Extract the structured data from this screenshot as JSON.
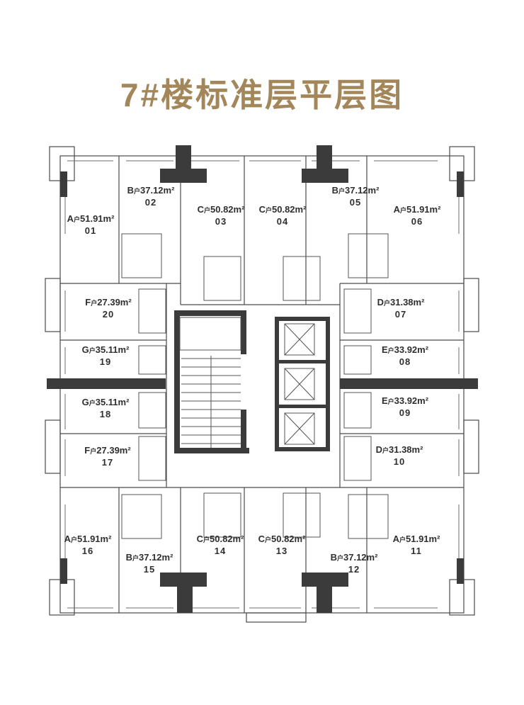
{
  "title": "7#楼标准层平层图",
  "colors": {
    "title": "#a3875a",
    "wall": "#3b3b3b",
    "line": "#4a4a4a",
    "text": "#2f2f2f",
    "background": "#ffffff"
  },
  "units": [
    {
      "no": "01",
      "type": "A",
      "marker": "户",
      "area": "51.91m²"
    },
    {
      "no": "02",
      "type": "B",
      "marker": "户",
      "area": "37.12m²"
    },
    {
      "no": "03",
      "type": "C",
      "marker": "户",
      "area": "50.82m²"
    },
    {
      "no": "04",
      "type": "C",
      "marker": "户",
      "area": "50.82m²"
    },
    {
      "no": "05",
      "type": "B",
      "marker": "户",
      "area": "37.12m²"
    },
    {
      "no": "06",
      "type": "A",
      "marker": "户",
      "area": "51.91m²"
    },
    {
      "no": "07",
      "type": "D",
      "marker": "户",
      "area": "31.38m²"
    },
    {
      "no": "08",
      "type": "E",
      "marker": "户",
      "area": "33.92m²"
    },
    {
      "no": "09",
      "type": "E",
      "marker": "户",
      "area": "33.92m²"
    },
    {
      "no": "10",
      "type": "D",
      "marker": "户",
      "area": "31.38m²"
    },
    {
      "no": "11",
      "type": "A",
      "marker": "户",
      "area": "51.91m²"
    },
    {
      "no": "12",
      "type": "B",
      "marker": "户",
      "area": "37.12m²"
    },
    {
      "no": "13",
      "type": "C",
      "marker": "户",
      "area": "50.82m²"
    },
    {
      "no": "14",
      "type": "C",
      "marker": "户",
      "area": "50.82m²"
    },
    {
      "no": "15",
      "type": "B",
      "marker": "户",
      "area": "37.12m²"
    },
    {
      "no": "16",
      "type": "A",
      "marker": "户",
      "area": "51.91m²"
    },
    {
      "no": "17",
      "type": "F",
      "marker": "户",
      "area": "27.39m²"
    },
    {
      "no": "18",
      "type": "G",
      "marker": "户",
      "area": "35.11m²"
    },
    {
      "no": "19",
      "type": "G",
      "marker": "户",
      "area": "35.11m²"
    },
    {
      "no": "20",
      "type": "F",
      "marker": "户",
      "area": "27.39m²"
    }
  ]
}
